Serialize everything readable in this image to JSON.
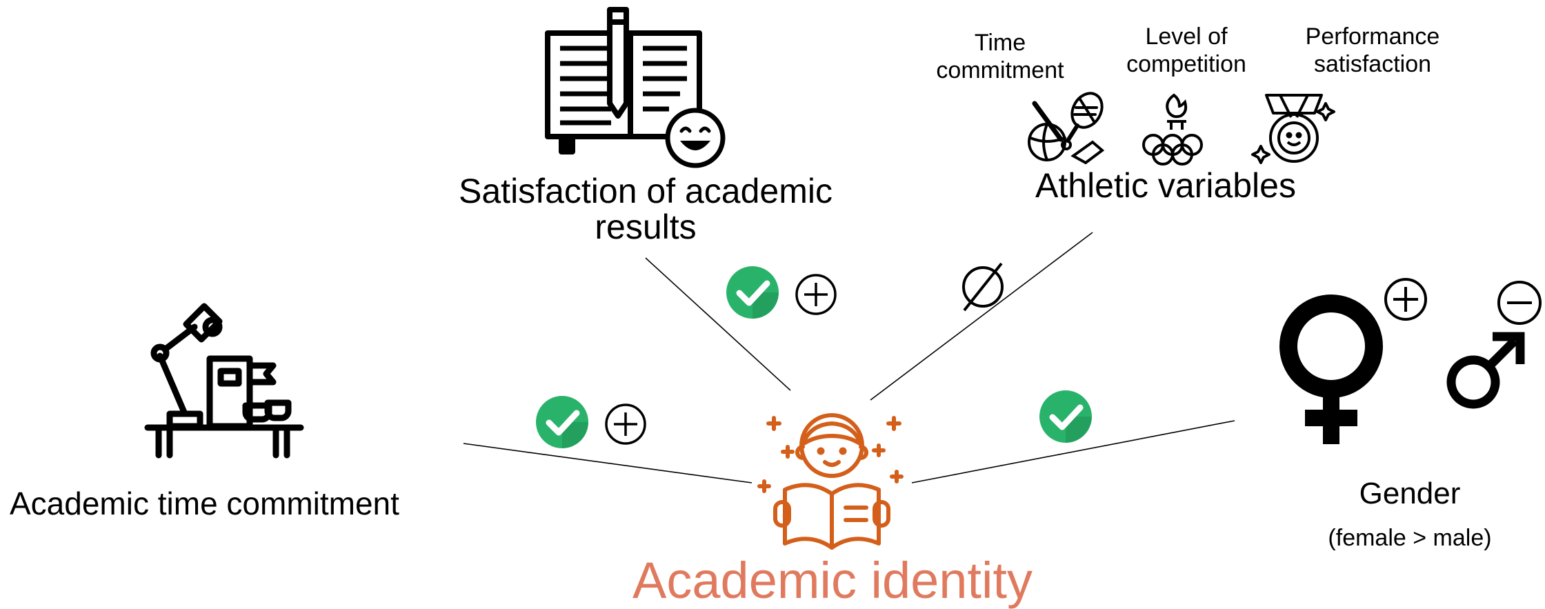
{
  "colors": {
    "accent": "#e07a5f",
    "orange_icon": "#d35f1a",
    "check_green": "#29b36a",
    "check_green_dark": "#1f8f54",
    "line": "#000000"
  },
  "center": {
    "label": "Academic identity",
    "icon": "student-reading-icon"
  },
  "nodes": {
    "academic_time": {
      "label": "Academic time commitment",
      "icon": "desk-lamp-icon",
      "effect": "positive",
      "significant": true
    },
    "satisfaction": {
      "label_line1": "Satisfaction of academic",
      "label_line2": "results",
      "icon": "book-pen-smiley-icon",
      "effect": "positive",
      "significant": true
    },
    "athletic": {
      "label": "Athletic variables",
      "effect": "none",
      "significant": false,
      "subitems": [
        {
          "line1": "Time",
          "line2": "commitment",
          "icon": "sports-equipment-icon"
        },
        {
          "line1": "Level of",
          "line2": "competition",
          "icon": "olympic-torch-icon"
        },
        {
          "line1": "Performance",
          "line2": "satisfaction",
          "icon": "medal-icon"
        }
      ]
    },
    "gender": {
      "label": "Gender",
      "sublabel": "(female > male)",
      "icon": "female-male-symbols-icon",
      "significant": true
    }
  }
}
